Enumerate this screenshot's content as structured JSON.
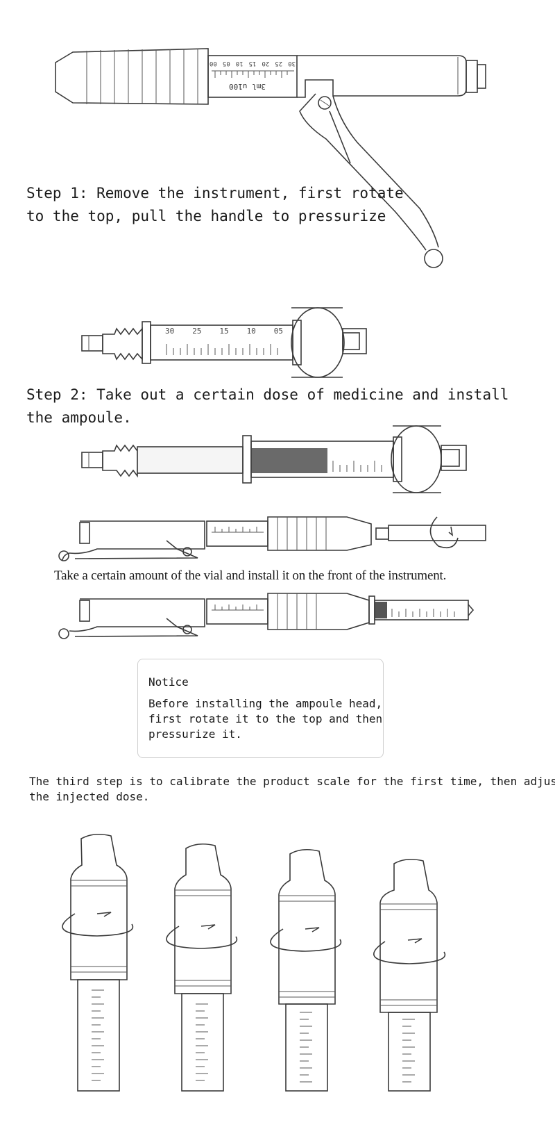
{
  "steps": {
    "step1_line1": "Step 1: Remove the instrument, first rotate",
    "step1_line2": "to the top, pull the handle to pressurize",
    "step2_line1": "Step 2: Take out a certain dose of medicine and install",
    "step2_line2": "the ampoule.",
    "vial_caption": "Take a certain amount of the vial and install it on the front of the instrument.",
    "step3_line1": "The third step is to calibrate the product scale for the first time, then adjust",
    "step3_line2": "the injected dose."
  },
  "notice": {
    "title": "Notice",
    "line1": "Before installing the ampoule head,",
    "line2": "first rotate it to the top and then",
    "line3": "pressurize it."
  },
  "barrel_label": "3ml u100",
  "scale_marks": [
    "30",
    "25",
    "20",
    "15",
    "10",
    "05",
    "00"
  ],
  "ampoule_marks": [
    "30",
    "25",
    "15",
    "10",
    "05"
  ]
}
